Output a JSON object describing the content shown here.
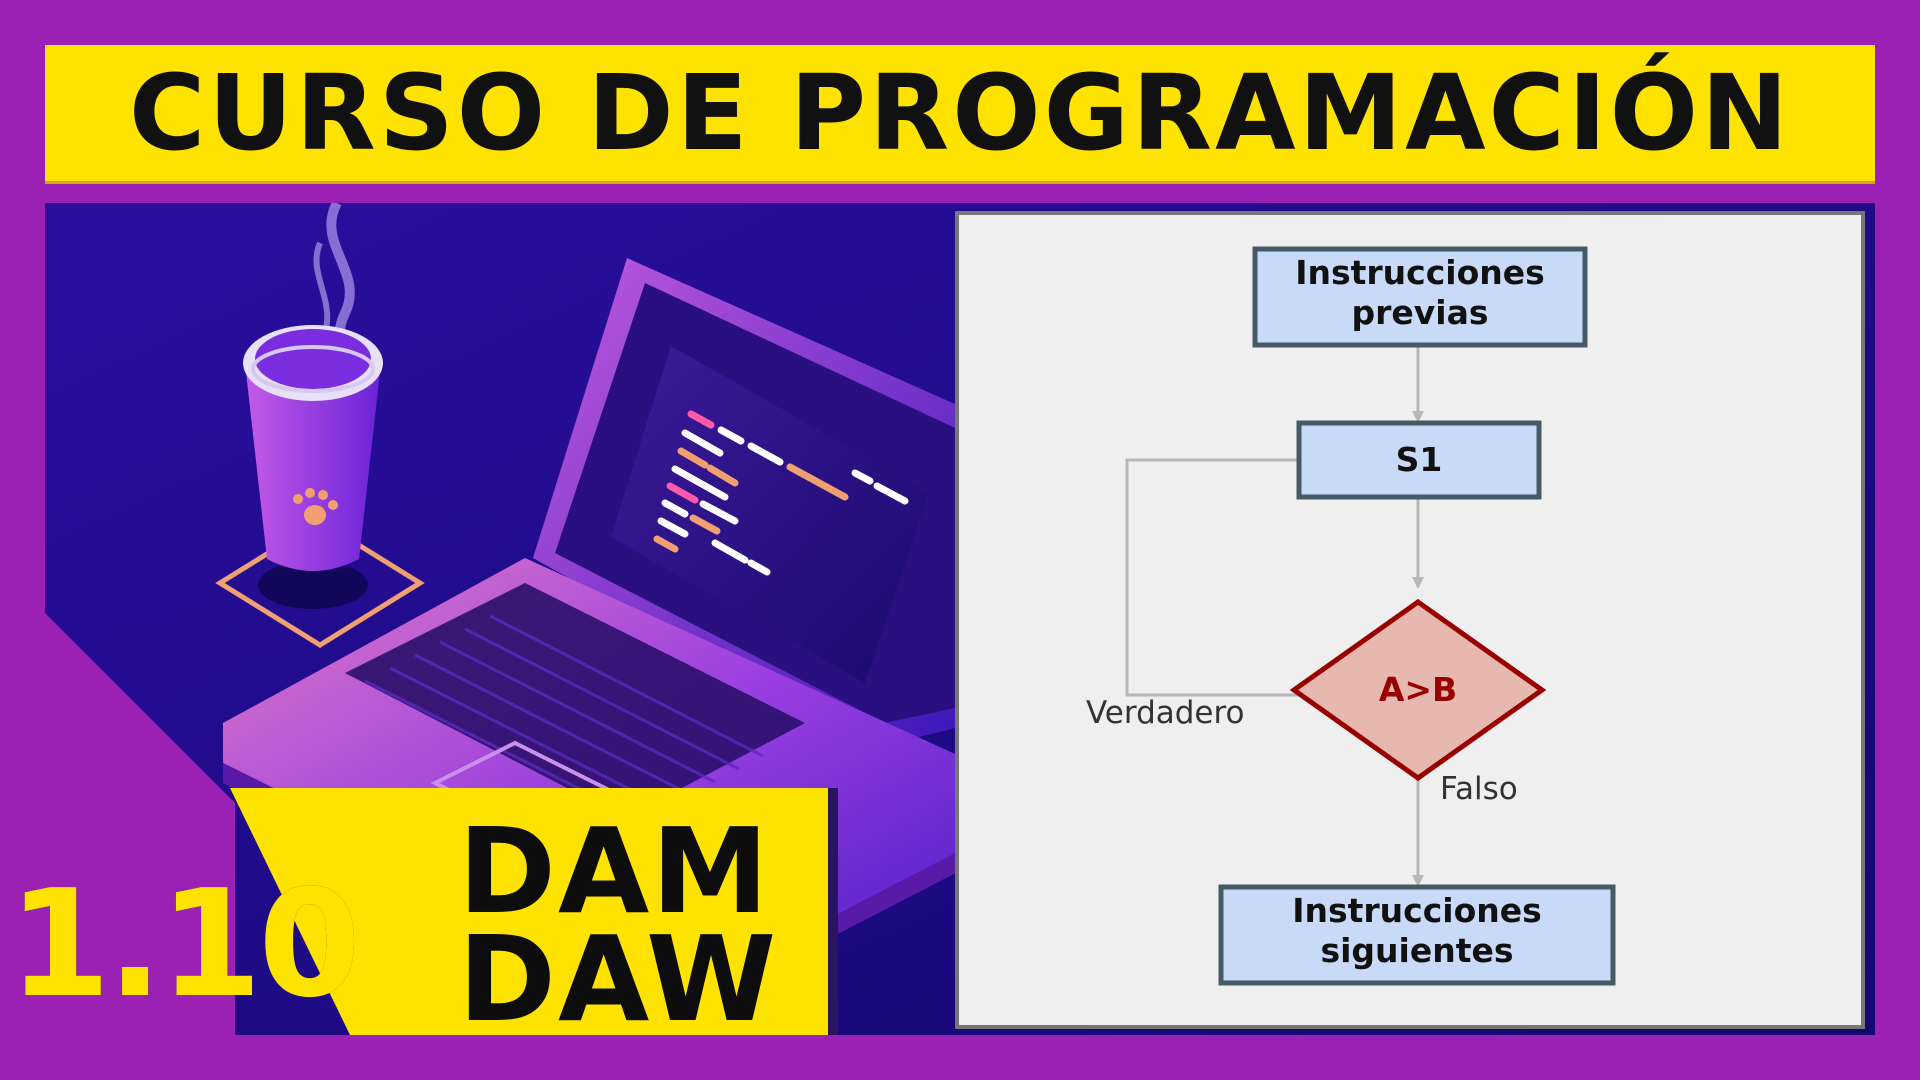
{
  "banner": {
    "title": "CURSO DE PROGRAMACIÓN"
  },
  "course": {
    "line1": "DAM",
    "line2": "DAW",
    "lesson_number": "1.10"
  },
  "flowchart": {
    "node_start": {
      "line1": "Instrucciones",
      "line2": "previas"
    },
    "node_s1": "S1",
    "decision": "A>B",
    "edge_true": "Verdadero",
    "edge_false": "Falso",
    "node_end": {
      "line1": "Instrucciones",
      "line2": "siguientes"
    }
  },
  "colors": {
    "background": "#9b20b4",
    "banner": "#ffe300",
    "box_fill": "#c9daf8",
    "box_border": "#455a64",
    "decision_fill": "#e6b8af",
    "decision_border": "#990000",
    "decision_text": "#990000",
    "arrow": "#b7b7b7"
  },
  "icons": [
    "coffee-cup-icon",
    "paw-icon",
    "laptop-icon",
    "steam-icon"
  ]
}
